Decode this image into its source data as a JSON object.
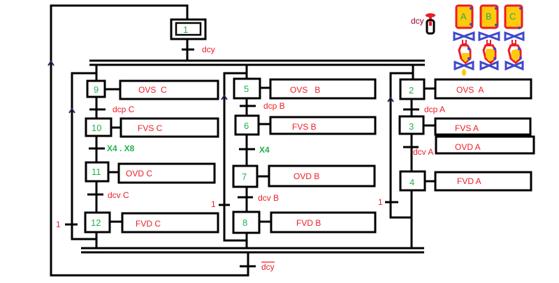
{
  "colors": {
    "line": "#000000",
    "step_number": "#22b14c",
    "action_text": "#ed1c24",
    "transition_text": "#ed1c24",
    "transition_step_condition": "#22b14c",
    "arrow": "#1f2a5a",
    "tank_outline": "#ed1c24",
    "tank_fill": "#ffc90e",
    "valve": "#3f48cc"
  },
  "initial_step": {
    "number": "1"
  },
  "start_transition": {
    "label": "dcy"
  },
  "end_transition": {
    "label": "dcy",
    "negated": true
  },
  "branch_c": {
    "steps": [
      {
        "number": "9",
        "action": "OVS  C"
      },
      {
        "number": "10",
        "action": "FVS C"
      },
      {
        "number": "11",
        "action": "OVD C"
      },
      {
        "number": "12",
        "action": "FVD C"
      }
    ],
    "transitions": [
      "dcp C",
      "X4 . X8",
      "dcv C"
    ],
    "loop_transition": "1"
  },
  "branch_b": {
    "steps": [
      {
        "number": "5",
        "action": "OVS   B"
      },
      {
        "number": "6",
        "action": "FVS B"
      },
      {
        "number": "7",
        "action": "OVD B"
      },
      {
        "number": "8",
        "action": "FVD B"
      }
    ],
    "transitions": [
      "dcp B",
      "X4",
      "dcv B"
    ],
    "loop_transition": "1"
  },
  "branch_a": {
    "steps": [
      {
        "number": "2",
        "action": "OVS  A"
      },
      {
        "number": "3",
        "actions": [
          "FVS A",
          "OVD A"
        ]
      },
      {
        "number": "4",
        "action": "FVD A"
      }
    ],
    "transitions": [
      "dcp A",
      "dcv A"
    ],
    "loop_transition": "1"
  },
  "illustration": {
    "button_label": "dcy",
    "button_icon": "push-button-icon",
    "tanks": [
      "A",
      "B",
      "C"
    ],
    "tank_icon": "tank-icon",
    "valve_icon": "valve-icon",
    "doser_icon": "doser-vessel-icon"
  }
}
